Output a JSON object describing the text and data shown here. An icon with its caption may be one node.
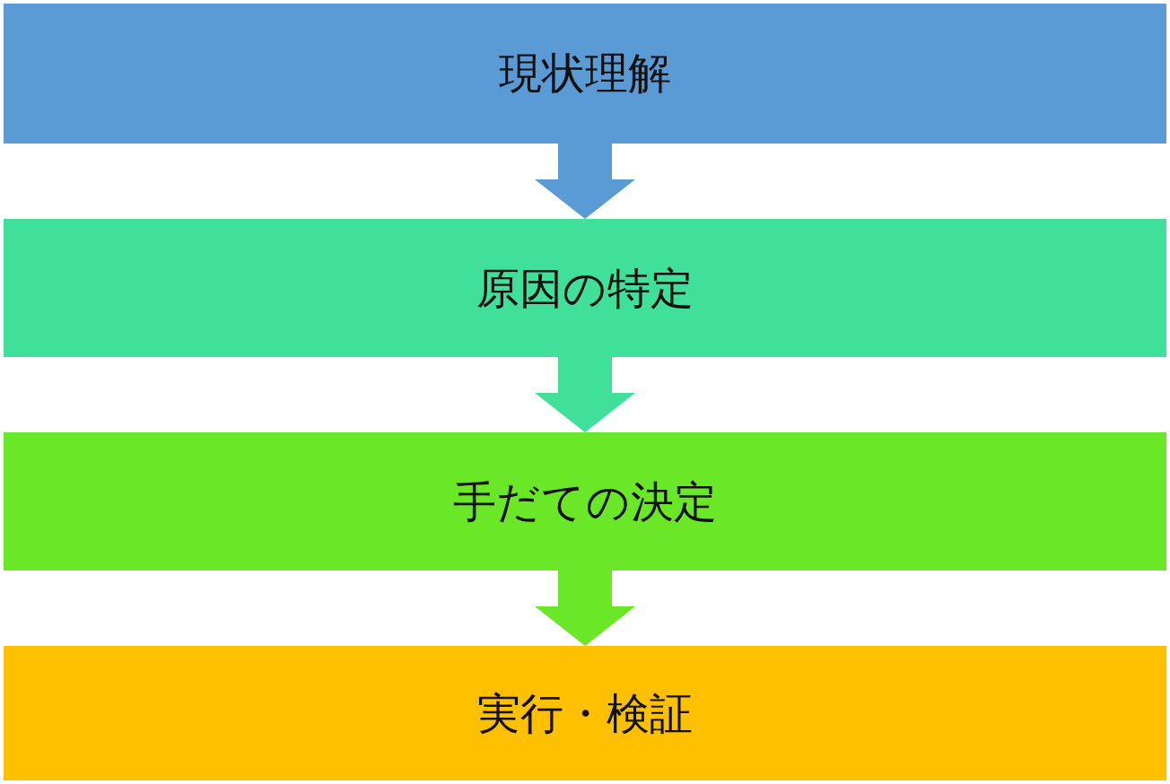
{
  "diagram": {
    "nodes": [
      {
        "text": [
          "現状理解"
        ]
      },
      {
        "text": [
          "原因の特定"
        ]
      },
      {
        "text": [
          "手だての決定"
        ]
      },
      {
        "text": [
          "実行・検証"
        ]
      }
    ],
    "edges": [
      {
        "from": 0,
        "to": 1,
        "arrow": "to",
        "color": "#5b9bd5"
      },
      {
        "from": 1,
        "to": 2,
        "arrow": "to",
        "color": "#40e09b"
      },
      {
        "from": 2,
        "to": 3,
        "arrow": "to",
        "color": "#6ae828"
      }
    ]
  }
}
